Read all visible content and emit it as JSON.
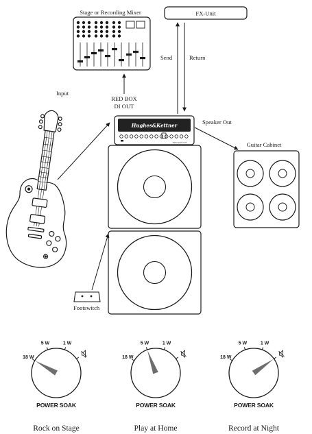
{
  "labels": {
    "mixer": "Stage or Recording Mixer",
    "fx_unit": "FX-Unit",
    "send": "Send",
    "return": "Return",
    "input": "Input",
    "red_box": "RED BOX",
    "di_out": "DI OUT",
    "speaker_out": "Speaker Out",
    "guitar_cabinet": "Guitar Cabinet",
    "footswitch": "Footswitch",
    "amp_brand": "Hughes&Kettner",
    "amp_model": "Tubemeister 18"
  },
  "knobs": [
    {
      "caption": "Rock on Stage",
      "power_label": "POWER SOAK",
      "setting": "18 W",
      "scale": [
        "18 W",
        "5 W",
        "1 W",
        "mute-icon"
      ]
    },
    {
      "caption": "Play at Home",
      "power_label": "POWER SOAK",
      "setting": "5 W",
      "scale": [
        "18 W",
        "5 W",
        "1 W",
        "mute-icon"
      ]
    },
    {
      "caption": "Record at Night",
      "power_label": "POWER SOAK",
      "setting": "mute",
      "scale": [
        "18 W",
        "5 W",
        "1 W",
        "mute-icon"
      ]
    }
  ],
  "colors": {
    "line": "#1a1a1a",
    "pointer": "#6e6e6e",
    "amp_head": "#222222"
  }
}
